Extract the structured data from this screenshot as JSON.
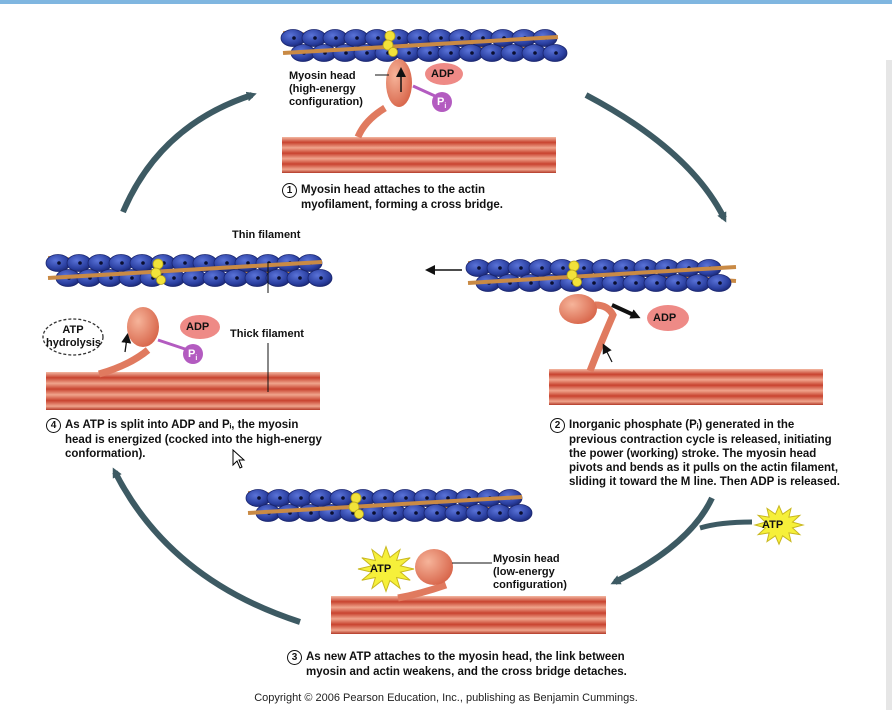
{
  "labels": {
    "myosin_head_high": [
      "Myosin head",
      "(high-energy",
      "configuration)"
    ],
    "myosin_head_low": [
      "Myosin head",
      "(low-energy",
      "configuration)"
    ],
    "thin_filament": "Thin filament",
    "thick_filament": "Thick filament",
    "atp_hydrolysis": [
      "ATP",
      "hydrolysis"
    ],
    "adp": "ADP",
    "pi": "P",
    "pi_sub": "i",
    "atp": "ATP"
  },
  "steps": [
    {
      "num": "1",
      "lines": [
        "Myosin head attaches to the actin",
        "myofilament, forming a cross bridge."
      ]
    },
    {
      "num": "2",
      "lines": [
        "Inorganic phosphate (Pᵢ) generated in the",
        "previous contraction cycle is released, initiating",
        "the power (working) stroke. The myosin head",
        "pivots and bends as it pulls on the actin filament,",
        "sliding it toward the M line. Then ADP is released."
      ]
    },
    {
      "num": "3",
      "lines": [
        "As new ATP attaches to the myosin head, the link between",
        "myosin and actin weakens, and the cross bridge detaches."
      ]
    },
    {
      "num": "4",
      "lines": [
        "As ATP is split into ADP and Pᵢ, the myosin",
        "head is energized (cocked into the high-energy",
        "conformation)."
      ]
    }
  ],
  "copyright": "Copyright © 2006 Pearson Education, Inc., publishing as Benjamin Cummings.",
  "colors": {
    "actin": "#2a3fa0",
    "actin_dark": "#1a2670",
    "tropomyosin": "#c98a45",
    "troponin": "#f2e23a",
    "myosin": "#e07a5f",
    "myosin_stripe": "#b93a2a",
    "adp": "#ee8a86",
    "pi": "#b35bc0",
    "atp": "#f6f03a",
    "arrow": "#3d5a63"
  }
}
